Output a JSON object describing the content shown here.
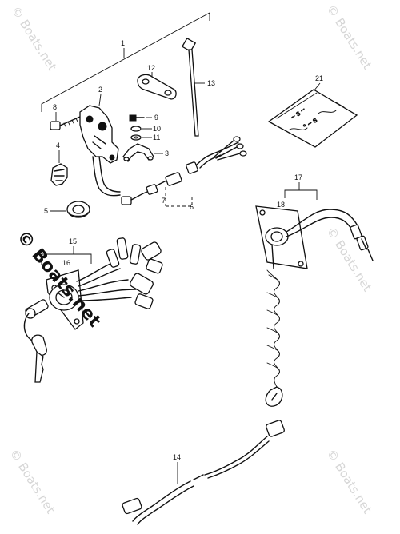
{
  "diagram": {
    "watermark_text": "© Boats.net",
    "callouts": [
      "1",
      "2",
      "3",
      "4",
      "5",
      "6",
      "7",
      "8",
      "9",
      "10",
      "11",
      "12",
      "13",
      "14",
      "15",
      "16",
      "17",
      "18",
      "21"
    ]
  }
}
